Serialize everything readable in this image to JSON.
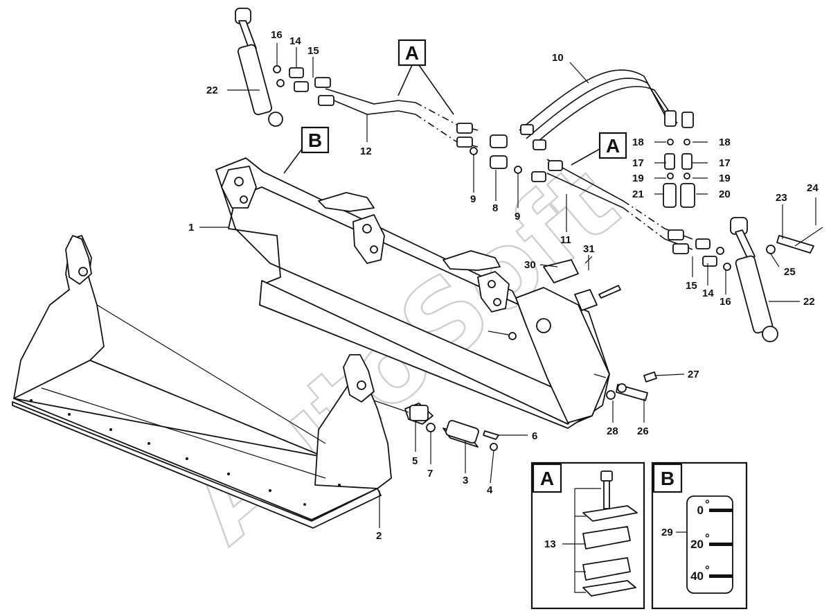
{
  "watermark": "AutoSoft",
  "detail_markers": {
    "a": "A",
    "b": "B"
  },
  "callouts": {
    "c1": "1",
    "c2": "2",
    "c3": "3",
    "c4": "4",
    "c5": "5",
    "c6": "6",
    "c7": "7",
    "c8": "8",
    "c9a": "9",
    "c9b": "9",
    "c10": "10",
    "c11": "11",
    "c12": "12",
    "c14a": "14",
    "c14b": "14",
    "c15a": "15",
    "c15b": "15",
    "c16a": "16",
    "c16b": "16",
    "c17a": "17",
    "c17b": "17",
    "c18a": "18",
    "c18b": "18",
    "c19a": "19",
    "c19b": "19",
    "c20": "20",
    "c21": "21",
    "c22a": "22",
    "c22b": "22",
    "c23": "23",
    "c24": "24",
    "c25": "25",
    "c26": "26",
    "c27": "27",
    "c28": "28",
    "c29": "29",
    "c30": "30",
    "c31": "31"
  },
  "inset_a": {
    "title": "A",
    "callout": "13"
  },
  "inset_b": {
    "title": "B",
    "callout": "29",
    "angles": [
      "0",
      "20",
      "40"
    ],
    "degree_sign": "°"
  }
}
